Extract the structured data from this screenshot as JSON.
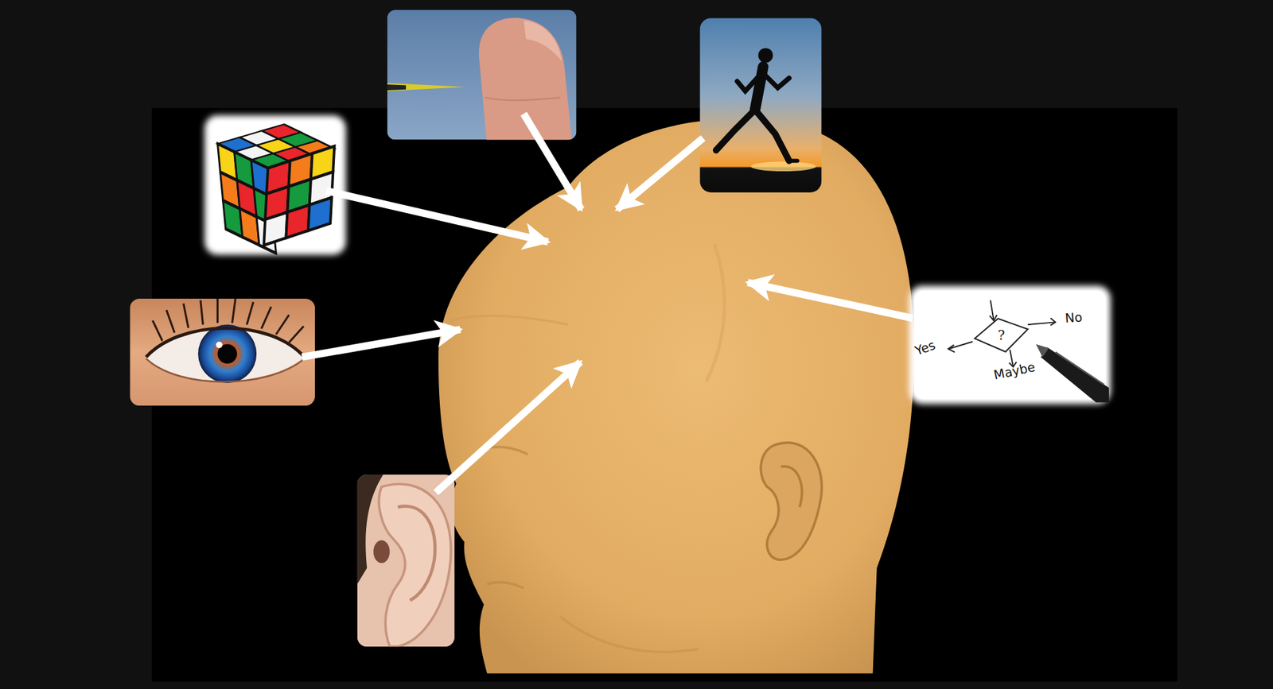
{
  "diagram": {
    "nodes": [
      {
        "text": [
          "?"
        ]
      }
    ],
    "labels": [
      "Yes",
      "No",
      "Maybe"
    ]
  }
}
